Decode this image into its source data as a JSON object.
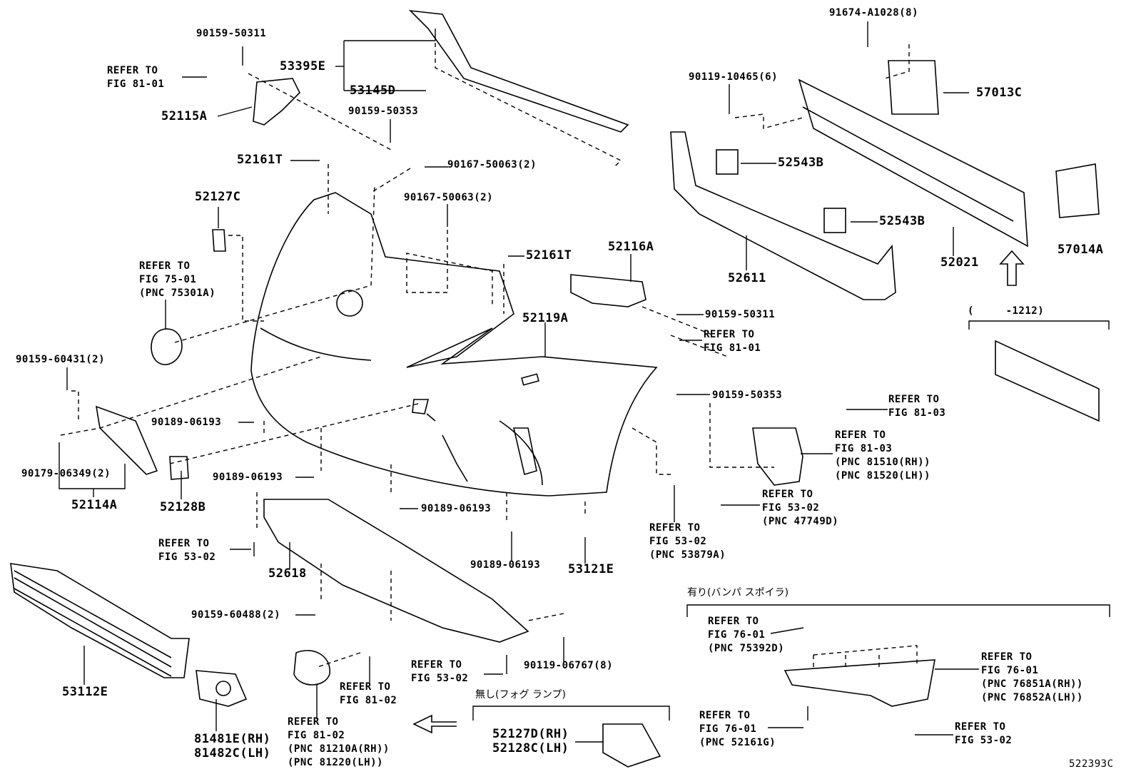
{
  "diagram_code": "522393C",
  "part_numbers": {
    "p53395E": "53395E",
    "p53145D": "53145D",
    "p52115A": "52115A",
    "p52161T_a": "52161T",
    "p52161T_b": "52161T",
    "p52127C": "52127C",
    "p52116A": "52116A",
    "p52119A": "52119A",
    "p52543B_a": "52543B",
    "p52543B_b": "52543B",
    "p57013C": "57013C",
    "p57014A": "57014A",
    "p52611": "52611",
    "p52021": "52021",
    "p52114A": "52114A",
    "p52128B": "52128B",
    "p52618": "52618",
    "p53121E": "53121E",
    "p53112E": "53112E",
    "p81481E": "81481E(RH)",
    "p81482C": "81482C(LH)",
    "p52127D": "52127D(RH)",
    "p52128C": "52128C(LH)"
  },
  "fasteners": {
    "f90159_50311_a": "90159-50311",
    "f90159_50353_a": "90159-50353",
    "f90167_50063_a": "90167-50063(2)",
    "f90167_50063_b": "90167-50063(2)",
    "f91674": "91674-A1028(8)",
    "f90119_10465": "90119-10465(6)",
    "f90159_50311_b": "90159-50311",
    "f90159_50353_b": "90159-50353",
    "f90159_60431": "90159-60431(2)",
    "f90189_06193_a": "90189-06193",
    "f90179_06349": "90179-06349(2)",
    "f90189_06193_b": "90189-06193",
    "f90189_06193_c": "90189-06193",
    "f90189_06193_d": "90189-06193",
    "f90159_60488": "90159-60488(2)",
    "f90119_06767": "90119-06767(8)"
  },
  "references": {
    "r81_01_a": "REFER TO\nFIG 81-01",
    "r75_01": "REFER TO\nFIG 75-01\n(PNC 75301A)",
    "r81_01_b": "REFER TO\nFIG 81-01",
    "r81_03_a": "REFER TO\nFIG 81-03",
    "r81_03_b": "REFER TO\nFIG 81-03\n(PNC 81510(RH))\n(PNC 81520(LH))",
    "r53_02_a": "REFER TO\nFIG 53-02\n(PNC 47749D)",
    "r53_02_b": "REFER TO\nFIG 53-02\n(PNC 53879A)",
    "r53_02_c": "REFER TO\nFIG 53-02",
    "r53_02_d": "REFER TO\nFIG 53-02",
    "r81_02_a": "REFER TO\nFIG 81-02",
    "r81_02_b": "REFER TO\nFIG 81-02\n(PNC 81210A(RH))\n(PNC 81220(LH))",
    "r76_01_a": "REFER TO\nFIG 76-01\n(PNC 75392D)",
    "r76_01_b": "REFER TO\nFIG 76-01\n(PNC 76851A(RH))\n(PNC 76852A(LH))",
    "r76_01_c": "REFER TO\nFIG 76-01\n(PNC 52161G)",
    "r53_02_e": "REFER TO\nFIG 53-02"
  },
  "notes": {
    "date_range": "(     -1212)",
    "with_spoiler": "有り(バンパ スポイラ)",
    "without_fog": "無し(フォグ ランプ)"
  }
}
